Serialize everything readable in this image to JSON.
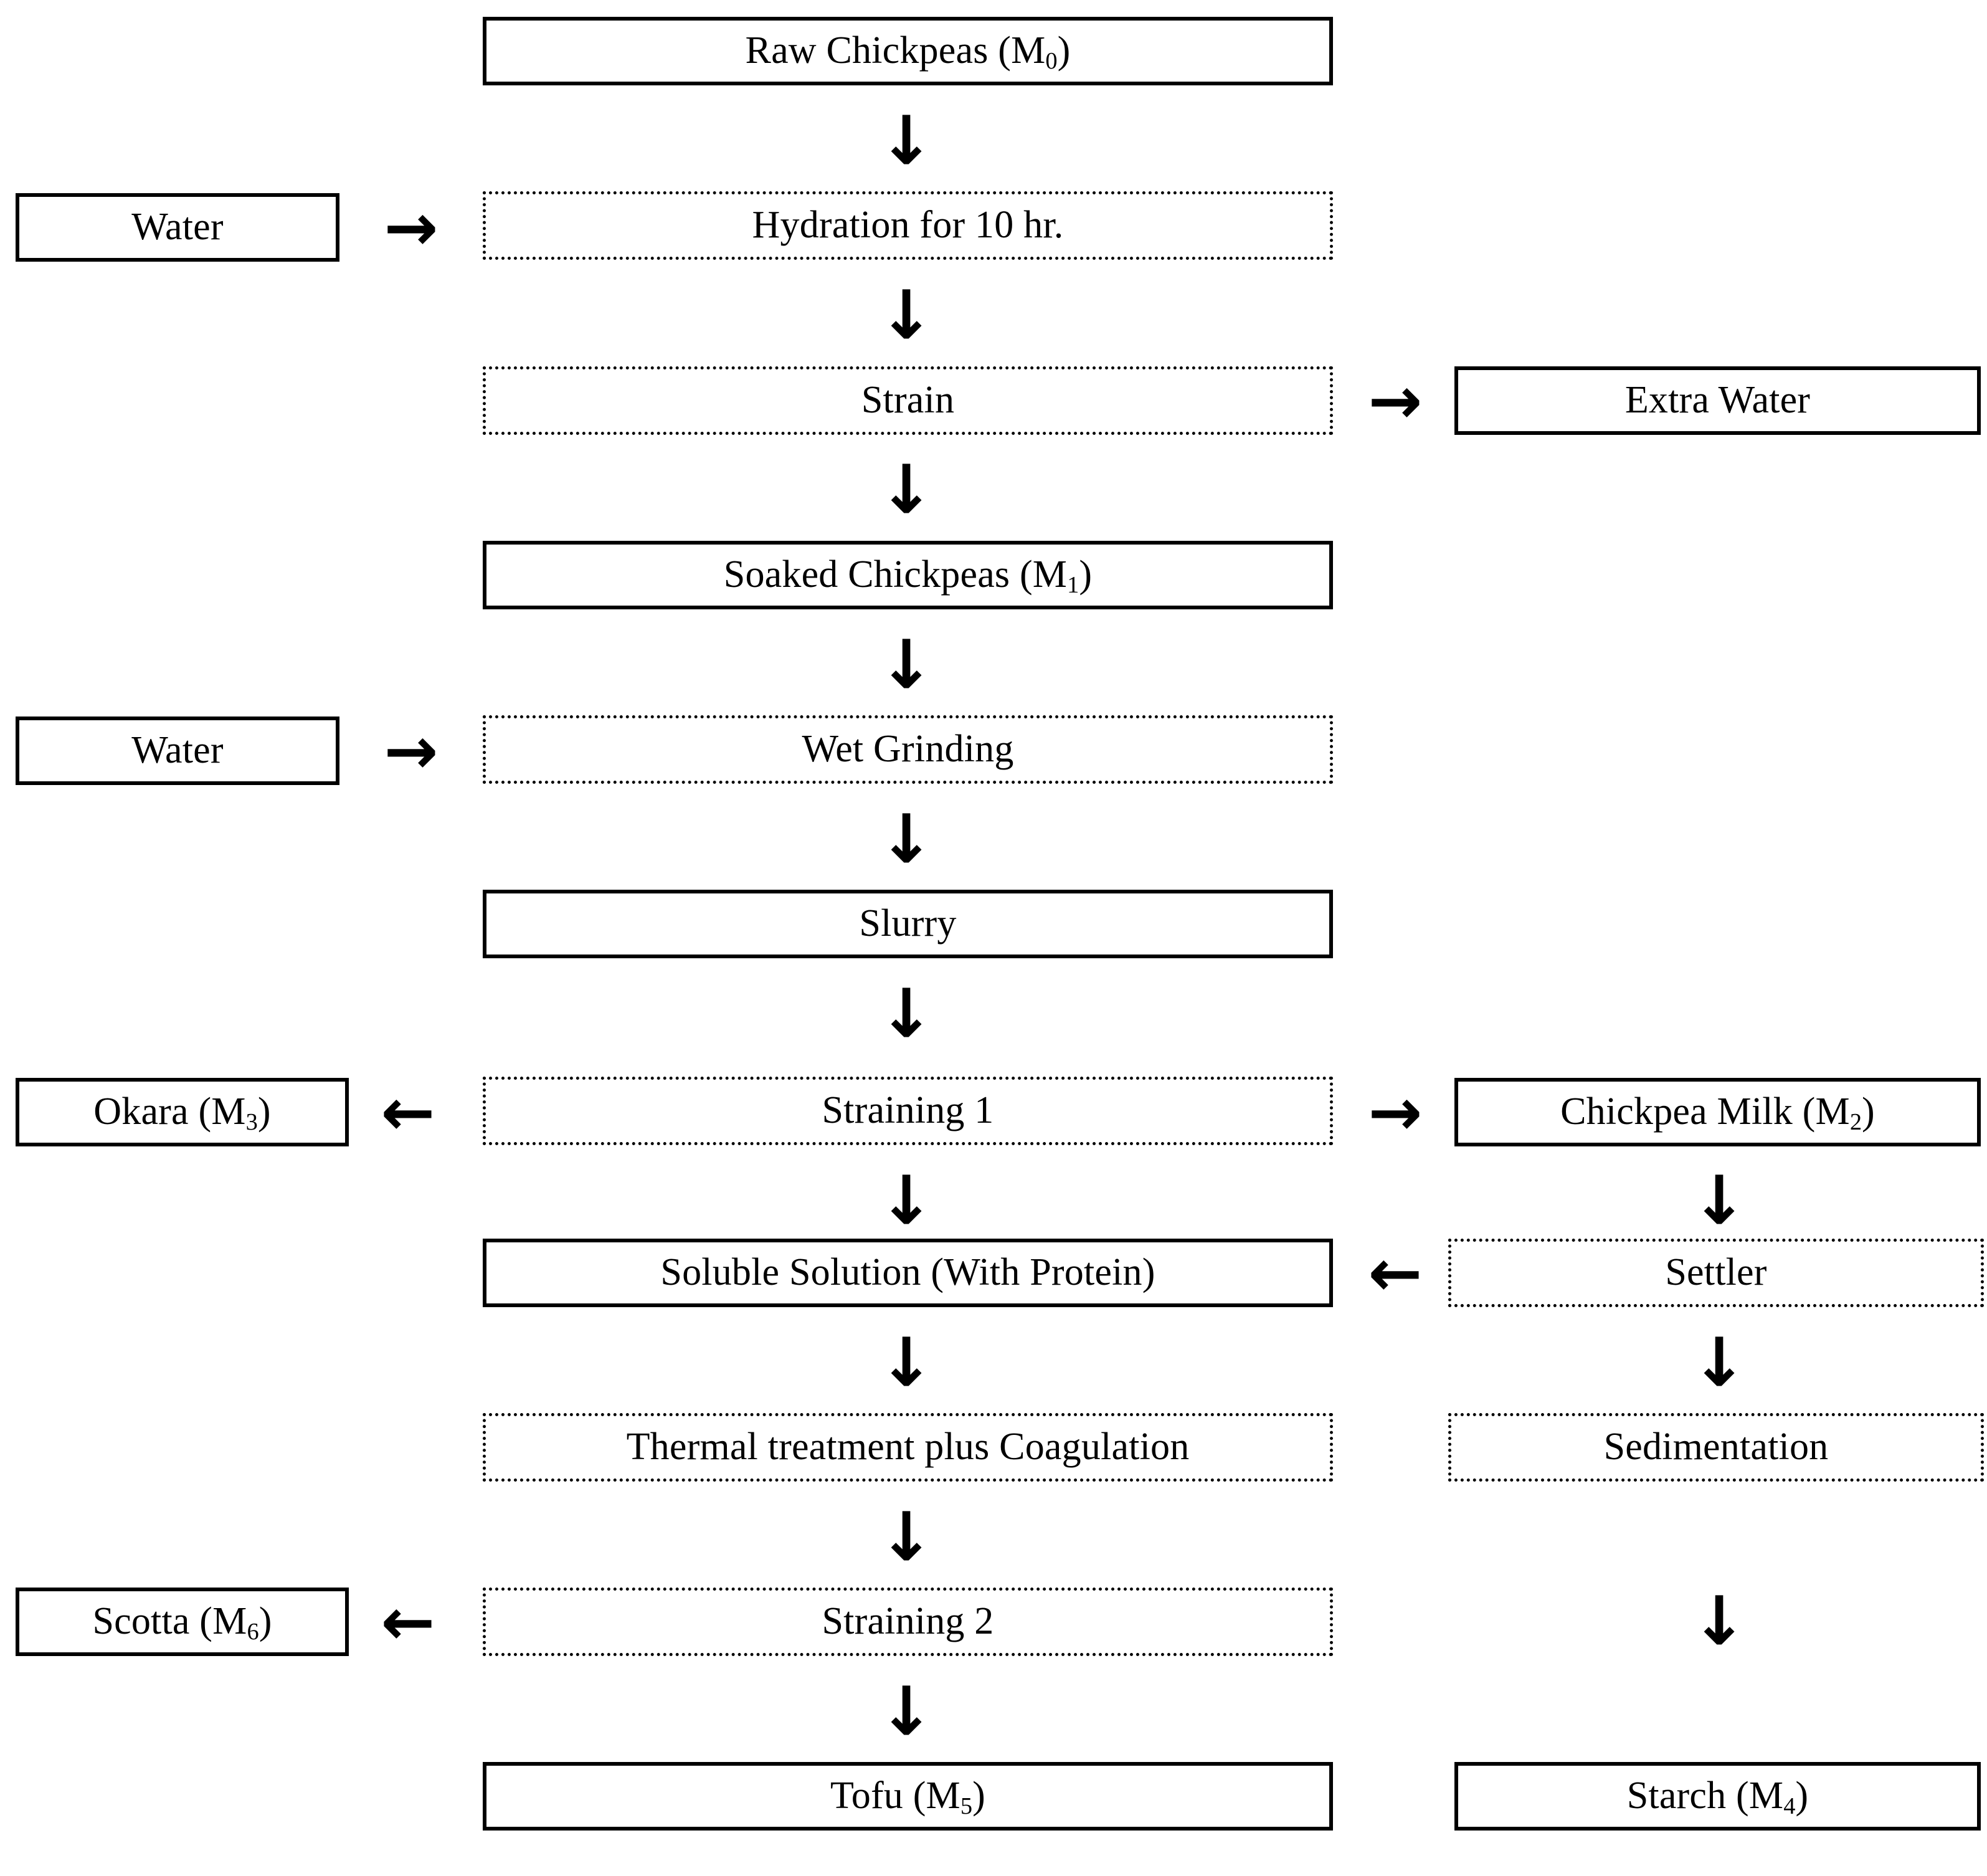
{
  "diagram": {
    "title": "Chickpea Tofu Processing Flowchart",
    "colors": {
      "stroke": "#000000",
      "background": "#ffffff",
      "text": "#000000"
    },
    "nodes": {
      "raw_chickpeas": {
        "text": "Raw Chickpeas (M",
        "sub": "0",
        "tail": ")",
        "style": "solid"
      },
      "water_1": {
        "text": "Water",
        "sub": "",
        "tail": "",
        "style": "solid"
      },
      "hydration": {
        "text": "Hydration for 10 hr.",
        "sub": "",
        "tail": "",
        "style": "dotted"
      },
      "strain": {
        "text": "Strain",
        "sub": "",
        "tail": "",
        "style": "dotted"
      },
      "extra_water": {
        "text": "Extra Water",
        "sub": "",
        "tail": "",
        "style": "solid"
      },
      "soaked_chickpeas": {
        "text": "Soaked Chickpeas (M",
        "sub": "1",
        "tail": ")",
        "style": "solid"
      },
      "water_2": {
        "text": "Water",
        "sub": "",
        "tail": "",
        "style": "solid"
      },
      "wet_grinding": {
        "text": "Wet Grinding",
        "sub": "",
        "tail": "",
        "style": "dotted"
      },
      "slurry": {
        "text": "Slurry",
        "sub": "",
        "tail": "",
        "style": "solid"
      },
      "okara": {
        "text": "Okara (M",
        "sub": "3",
        "tail": ")",
        "style": "solid"
      },
      "straining_1": {
        "text": "Straining 1",
        "sub": "",
        "tail": "",
        "style": "dotted"
      },
      "chickpea_milk": {
        "text": "Chickpea Milk (M",
        "sub": "2",
        "tail": ")",
        "style": "solid"
      },
      "soluble_solution": {
        "text": "Soluble Solution (With Protein)",
        "sub": "",
        "tail": "",
        "style": "solid"
      },
      "settler": {
        "text": "Settler",
        "sub": "",
        "tail": "",
        "style": "dotted"
      },
      "thermal_treatment": {
        "text": "Thermal treatment plus Coagulation",
        "sub": "",
        "tail": "",
        "style": "dotted"
      },
      "sedimentation": {
        "text": "Sedimentation",
        "sub": "",
        "tail": "",
        "style": "dotted"
      },
      "scotta": {
        "text": "Scotta (M",
        "sub": "6",
        "tail": ")",
        "style": "solid"
      },
      "straining_2": {
        "text": "Straining 2",
        "sub": "",
        "tail": "",
        "style": "dotted"
      },
      "tofu": {
        "text": "Tofu (M",
        "sub": "5",
        "tail": ")",
        "style": "solid"
      },
      "starch": {
        "text": "Starch (M",
        "sub": "4",
        "tail": ")",
        "style": "solid"
      }
    },
    "arrows": {
      "down_glyph": "↓",
      "right_glyph": "→",
      "left_glyph": "←",
      "list": [
        {
          "name": "raw-to-hydration",
          "dir": "down"
        },
        {
          "name": "water1-to-hydration",
          "dir": "right"
        },
        {
          "name": "hydration-to-strain",
          "dir": "down"
        },
        {
          "name": "strain-to-extra-water",
          "dir": "right"
        },
        {
          "name": "strain-to-soaked",
          "dir": "down"
        },
        {
          "name": "soaked-to-wet-grinding",
          "dir": "down"
        },
        {
          "name": "water2-to-wet-grinding",
          "dir": "right"
        },
        {
          "name": "wet-grinding-to-slurry",
          "dir": "down"
        },
        {
          "name": "slurry-to-straining1",
          "dir": "down"
        },
        {
          "name": "straining1-to-okara",
          "dir": "left"
        },
        {
          "name": "straining1-to-chickpea-milk",
          "dir": "right"
        },
        {
          "name": "settler-to-soluble-solution",
          "dir": "left"
        },
        {
          "name": "chickpea-milk-to-settler",
          "dir": "down"
        },
        {
          "name": "soluble-solution-to-thermal",
          "dir": "down"
        },
        {
          "name": "settler-to-sedimentation",
          "dir": "down"
        },
        {
          "name": "thermal-to-straining2",
          "dir": "down"
        },
        {
          "name": "straining2-to-scotta",
          "dir": "left"
        },
        {
          "name": "sedimentation-to-starch",
          "dir": "down"
        },
        {
          "name": "straining2-to-tofu",
          "dir": "down"
        }
      ]
    }
  }
}
